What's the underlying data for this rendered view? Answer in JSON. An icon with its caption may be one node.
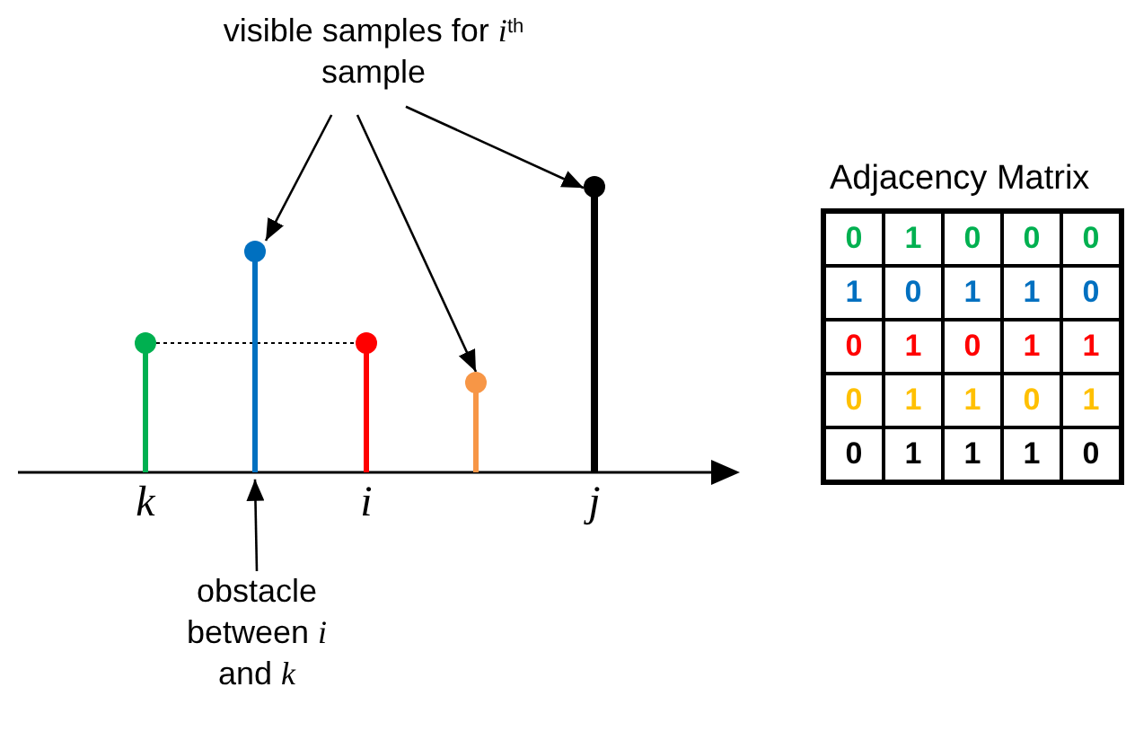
{
  "diagram": {
    "nodes": [
      {
        "text": [
          "visible samples for *i*$^{th}$ sample"
        ]
      },
      {
        "text": [
          "obstacle between *i* and *k*"
        ]
      },
      {
        "text": [],
        "shape": "bar",
        "beside": [
          "k"
        ]
      },
      {
        "text": [],
        "shape": "bar"
      },
      {
        "text": [],
        "shape": "bar",
        "beside": [
          "i"
        ]
      },
      {
        "text": [],
        "shape": "bar"
      },
      {
        "text": [],
        "shape": "bar",
        "beside": [
          "j"
        ]
      }
    ],
    "edges": [
      {
        "from": 0,
        "to": 3,
        "arrow": "to"
      },
      {
        "from": 0,
        "to": 5,
        "arrow": "to"
      },
      {
        "from": 0,
        "to": 6,
        "arrow": "to"
      },
      {
        "from": 1,
        "to": 3,
        "arrow": "to"
      },
      {
        "from": 2,
        "to": 4,
        "arrow": "none",
        "style": "dashed"
      }
    ],
    "labels": [
      "Adjacency Matrix",
      "0",
      "1",
      "0",
      "0",
      "0",
      "1",
      "0",
      "1",
      "1",
      "0",
      "0",
      "1",
      "0",
      "1",
      "1",
      "0",
      "1",
      "1",
      "0",
      "1",
      "0",
      "1",
      "1",
      "1",
      "0"
    ]
  }
}
